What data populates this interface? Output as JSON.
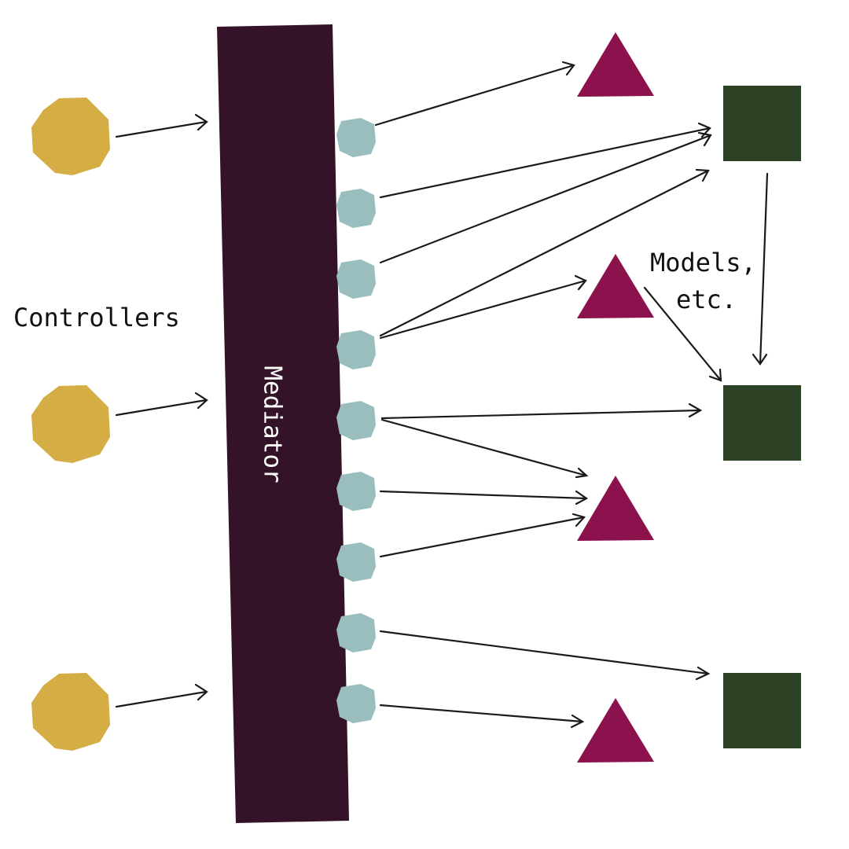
{
  "labels": {
    "controllers": "Controllers",
    "mediator": "Mediator",
    "models_line1": "Models,",
    "models_line2": "etc."
  },
  "colors": {
    "controller": "#d4ad45",
    "mediator": "#341227",
    "port": "#99bebd",
    "triangle": "#8b124d",
    "model": "#2d4124",
    "arrow": "#1a1a1a"
  },
  "nodes": {
    "controllers": [
      "controller-1",
      "controller-2",
      "controller-3"
    ],
    "ports": [
      "port-1",
      "port-2",
      "port-3",
      "port-4",
      "port-5",
      "port-6",
      "port-7",
      "port-8",
      "port-9"
    ],
    "triangles": [
      "triangle-1",
      "triangle-2",
      "triangle-3",
      "triangle-4"
    ],
    "models": [
      "model-1",
      "model-2",
      "model-3"
    ]
  },
  "edges": [
    {
      "from": "controller-1",
      "to": "mediator"
    },
    {
      "from": "controller-2",
      "to": "mediator"
    },
    {
      "from": "controller-3",
      "to": "mediator"
    },
    {
      "from": "port-1",
      "to": "triangle-1"
    },
    {
      "from": "port-2",
      "to": "model-1"
    },
    {
      "from": "port-3",
      "to": "model-1"
    },
    {
      "from": "port-4",
      "to": "model-1"
    },
    {
      "from": "port-4",
      "to": "triangle-2"
    },
    {
      "from": "port-5",
      "to": "model-2"
    },
    {
      "from": "port-5",
      "to": "triangle-3"
    },
    {
      "from": "port-6",
      "to": "triangle-3"
    },
    {
      "from": "port-7",
      "to": "triangle-3"
    },
    {
      "from": "port-8",
      "to": "model-3"
    },
    {
      "from": "port-9",
      "to": "triangle-4"
    },
    {
      "from": "triangle-2",
      "to": "model-2"
    },
    {
      "from": "model-1",
      "to": "model-2"
    }
  ]
}
